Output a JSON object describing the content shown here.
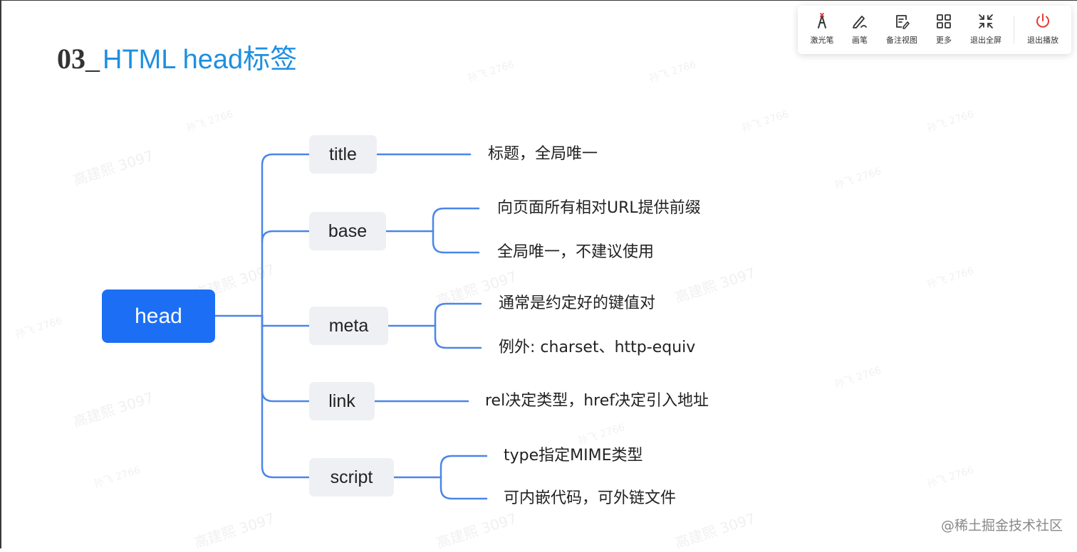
{
  "title": {
    "number": "03",
    "separator": "_",
    "text": "HTML head标签"
  },
  "toolbar": {
    "laser": "激光笔",
    "pen": "画笔",
    "notes": "备注视图",
    "more": "更多",
    "exit_fullscreen": "退出全屏",
    "exit_play": "退出播放",
    "accent": "#e53935"
  },
  "mindmap": {
    "root": "head",
    "nodes": {
      "title": {
        "label": "title",
        "leaves": [
          "标题，全局唯一"
        ]
      },
      "base": {
        "label": "base",
        "leaves": [
          "向页面所有相对URL提供前缀",
          "全局唯一，不建议使用"
        ]
      },
      "meta": {
        "label": "meta",
        "leaves": [
          "通常是约定好的键值对",
          "例外: charset、http-equiv"
        ]
      },
      "link": {
        "label": "link",
        "leaves": [
          "rel决定类型，href决定引入地址"
        ]
      },
      "script": {
        "label": "script",
        "leaves": [
          "type指定MIME类型",
          "可内嵌代码，可外链文件"
        ]
      }
    },
    "colors": {
      "root": "#1c6ff5",
      "line": "#4a86e8",
      "node": "#eef0f3"
    }
  },
  "watermark": {
    "name": "高建熙 3097",
    "tag": "孙飞 2766"
  },
  "credit": "@稀土掘金技术社区"
}
